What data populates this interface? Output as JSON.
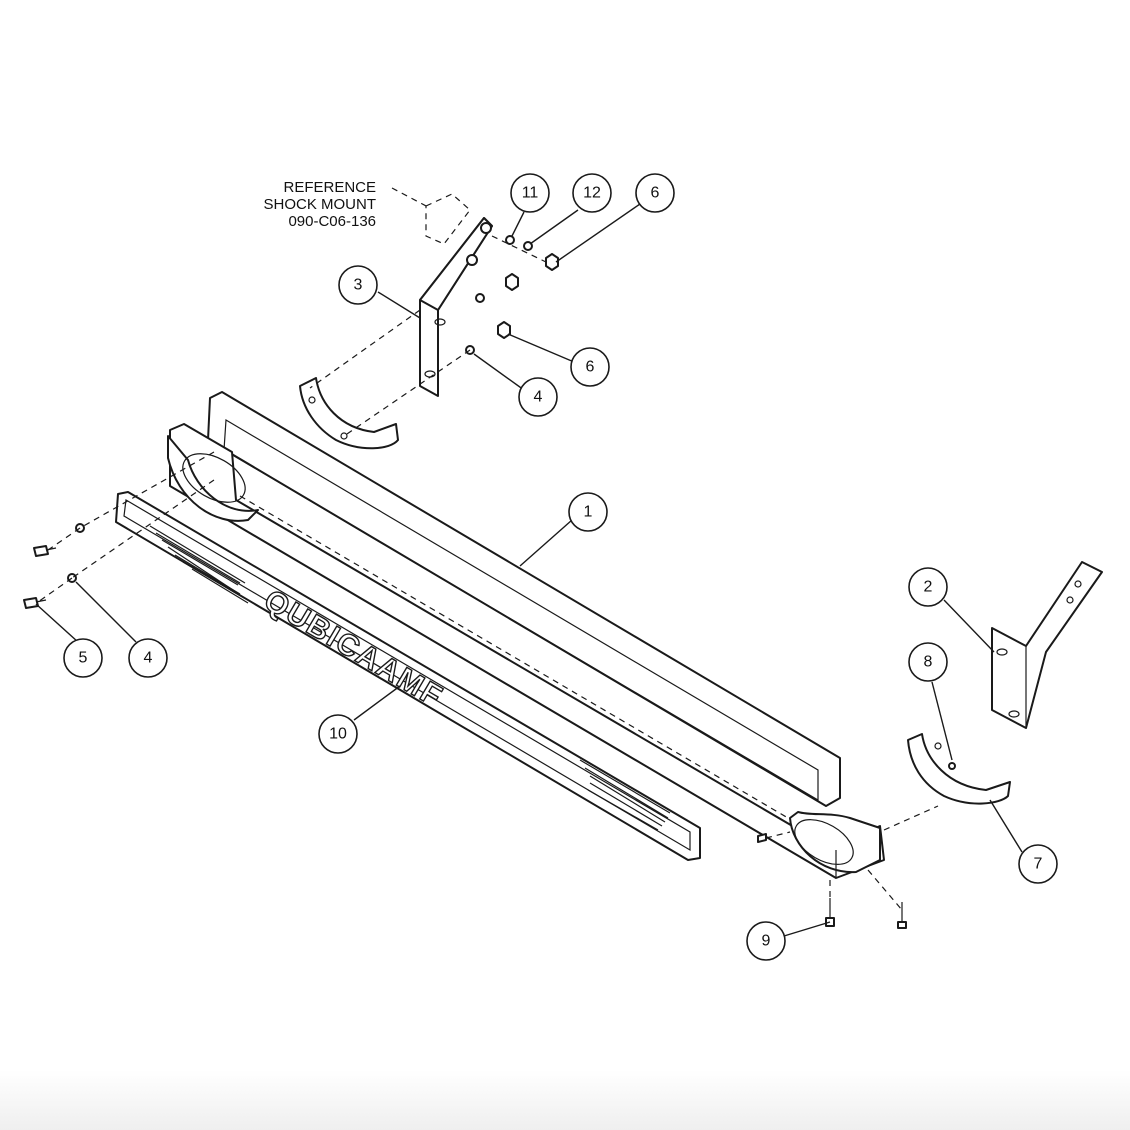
{
  "reference_note": {
    "line1": "REFERENCE",
    "line2": "SHOCK MOUNT",
    "line3": "090-C06-136"
  },
  "logo_text": "QUBICAAMF",
  "balloons": [
    {
      "id": "b11",
      "label": "11"
    },
    {
      "id": "b12",
      "label": "12"
    },
    {
      "id": "b6a",
      "label": "6"
    },
    {
      "id": "b3",
      "label": "3"
    },
    {
      "id": "b6b",
      "label": "6"
    },
    {
      "id": "b4a",
      "label": "4"
    },
    {
      "id": "b1",
      "label": "1"
    },
    {
      "id": "b2",
      "label": "2"
    },
    {
      "id": "b8",
      "label": "8"
    },
    {
      "id": "b5",
      "label": "5"
    },
    {
      "id": "b4b",
      "label": "4"
    },
    {
      "id": "b10",
      "label": "10"
    },
    {
      "id": "b7",
      "label": "7"
    },
    {
      "id": "b9",
      "label": "9"
    }
  ]
}
